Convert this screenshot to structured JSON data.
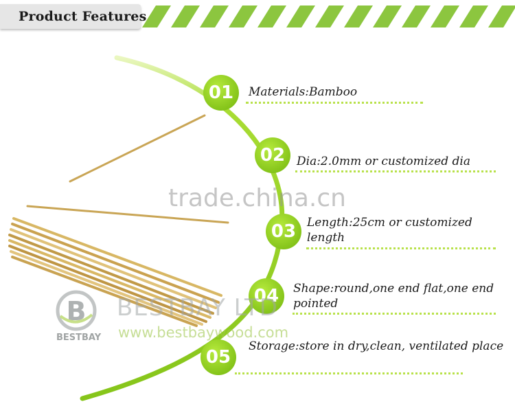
{
  "header": {
    "title": "Product Features",
    "accent_color": "#8cc63f"
  },
  "features": [
    {
      "number": "01",
      "text": "Materials:Bamboo"
    },
    {
      "number": "02",
      "text": "Dia:2.0mm or customized dia"
    },
    {
      "number": "03",
      "text": "Length:25cm or customized length"
    },
    {
      "number": "04",
      "text": "Shape:round,one end flat,one end pointed"
    },
    {
      "number": "05",
      "text": "Storage:store in dry,clean, ventilated place"
    }
  ],
  "watermarks": {
    "trade": "trade.china.cn",
    "company": "BESTBAY LTD",
    "url": "www.bestbaywood.com",
    "logo_text": "BESTBAY"
  },
  "product_image": {
    "subject": "bamboo sticks"
  }
}
